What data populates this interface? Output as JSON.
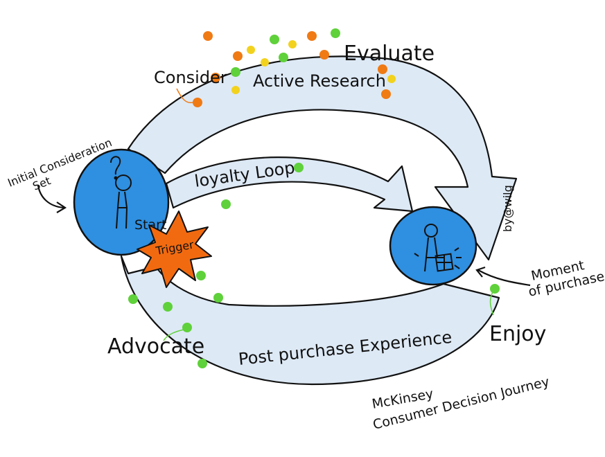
{
  "labels": {
    "consider": "Consider",
    "active_research": "Active Research",
    "evaluate": "Evaluate",
    "initial_line1": "Initial Consideration",
    "initial_line2": "Set",
    "loyalty_loop": "loyalty Loop",
    "start": "Start",
    "trigger": "Trigger",
    "moment_line1": "Moment",
    "moment_line2": "of purchase",
    "enjoy": "Enjoy",
    "advocate": "Advocate",
    "post_purchase": "Post purchase Experience",
    "credit": "by@wilg",
    "title_line1": "McKinsey",
    "title_line2": "Consumer Decision Journey"
  },
  "colors": {
    "arrow_fill": "#dde9f5",
    "circle_fill": "#2f8fe0",
    "trigger_fill": "#f26a10",
    "dot_orange": "#f07a14",
    "dot_green": "#5fd13a",
    "dot_yellow": "#f2d21e",
    "ink": "#111111"
  },
  "icons": {
    "start": "thinking-person-icon",
    "purchase": "person-with-box-icon"
  }
}
